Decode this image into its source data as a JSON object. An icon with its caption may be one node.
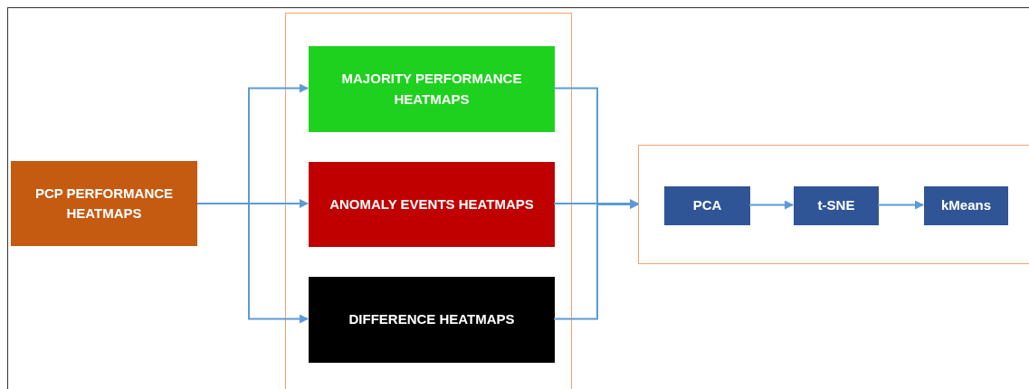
{
  "diagram": {
    "nodes": [
      {
        "text": [
          "PCP PERFORMANCE HEATMAPS"
        ]
      },
      {
        "text": [],
        "shape": "box"
      },
      {
        "text": [
          "MAJORITY PERFORMANCE HEATMAPS"
        ],
        "in": 1
      },
      {
        "text": [
          "ANOMALY EVENTS HEATMAPS"
        ],
        "in": 1
      },
      {
        "text": [
          "DIFFERENCE HEATMAPS"
        ],
        "in": 1
      },
      {
        "text": [],
        "shape": "box"
      },
      {
        "text": [
          "PCA"
        ],
        "in": 5
      },
      {
        "text": [
          "t-SNE"
        ],
        "in": 5
      },
      {
        "text": [
          "kMeans"
        ],
        "in": 5
      }
    ],
    "edges": [
      {
        "from": 0,
        "to": 2,
        "arrow": "to"
      },
      {
        "from": 0,
        "to": 3,
        "arrow": "to"
      },
      {
        "from": 0,
        "to": 4,
        "arrow": "to"
      },
      {
        "from": 2,
        "to": 5,
        "arrow": "to"
      },
      {
        "from": 3,
        "to": 5,
        "arrow": "to"
      },
      {
        "from": 4,
        "to": 5,
        "arrow": "to"
      },
      {
        "from": 6,
        "to": 7,
        "arrow": "to"
      },
      {
        "from": 7,
        "to": 8,
        "arrow": "to"
      }
    ]
  }
}
